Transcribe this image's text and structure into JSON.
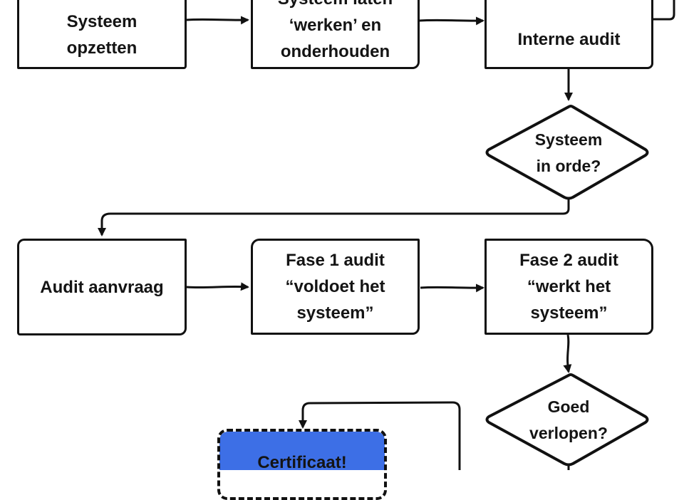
{
  "diagram": {
    "nodes": [
      {
        "id": "systeem-opzetten",
        "type": "process",
        "lines": [
          "Systeem",
          "opzetten"
        ]
      },
      {
        "id": "systeem-laten-werken",
        "type": "process",
        "lines": [
          "Systeem laten",
          "‘werken’ en",
          "onderhouden"
        ]
      },
      {
        "id": "interne-audit",
        "type": "process",
        "lines": [
          "Interne audit"
        ]
      },
      {
        "id": "systeem-in-orde",
        "type": "decision",
        "lines": [
          "Systeem",
          "in orde?"
        ]
      },
      {
        "id": "audit-aanvraag",
        "type": "process",
        "lines": [
          "Audit aanvraag"
        ]
      },
      {
        "id": "fase-1-audit",
        "type": "process",
        "lines": [
          "Fase 1 audit",
          "“voldoet het",
          "systeem”"
        ]
      },
      {
        "id": "fase-2-audit",
        "type": "process",
        "lines": [
          "Fase 2 audit",
          "“werkt het",
          "systeem”"
        ]
      },
      {
        "id": "goed-verlopen",
        "type": "decision",
        "lines": [
          "Goed",
          "verlopen?"
        ]
      },
      {
        "id": "certificaat",
        "type": "terminal",
        "lines": [
          "Certificaat!"
        ]
      }
    ],
    "edges": [
      {
        "from": "systeem-opzetten",
        "to": "systeem-laten-werken"
      },
      {
        "from": "systeem-laten-werken",
        "to": "interne-audit"
      },
      {
        "from": "interne-audit",
        "to": "systeem-in-orde"
      },
      {
        "from": "systeem-in-orde",
        "to": "audit-aanvraag"
      },
      {
        "from": "audit-aanvraag",
        "to": "fase-1-audit"
      },
      {
        "from": "fase-1-audit",
        "to": "fase-2-audit"
      },
      {
        "from": "fase-2-audit",
        "to": "goed-verlopen"
      },
      {
        "from": "goed-verlopen",
        "to": "certificaat"
      }
    ],
    "colors": {
      "stroke": "#111111",
      "box_fill": "#ffffff",
      "certificate_fill": "#3d6fe6",
      "text": "#141414"
    }
  }
}
